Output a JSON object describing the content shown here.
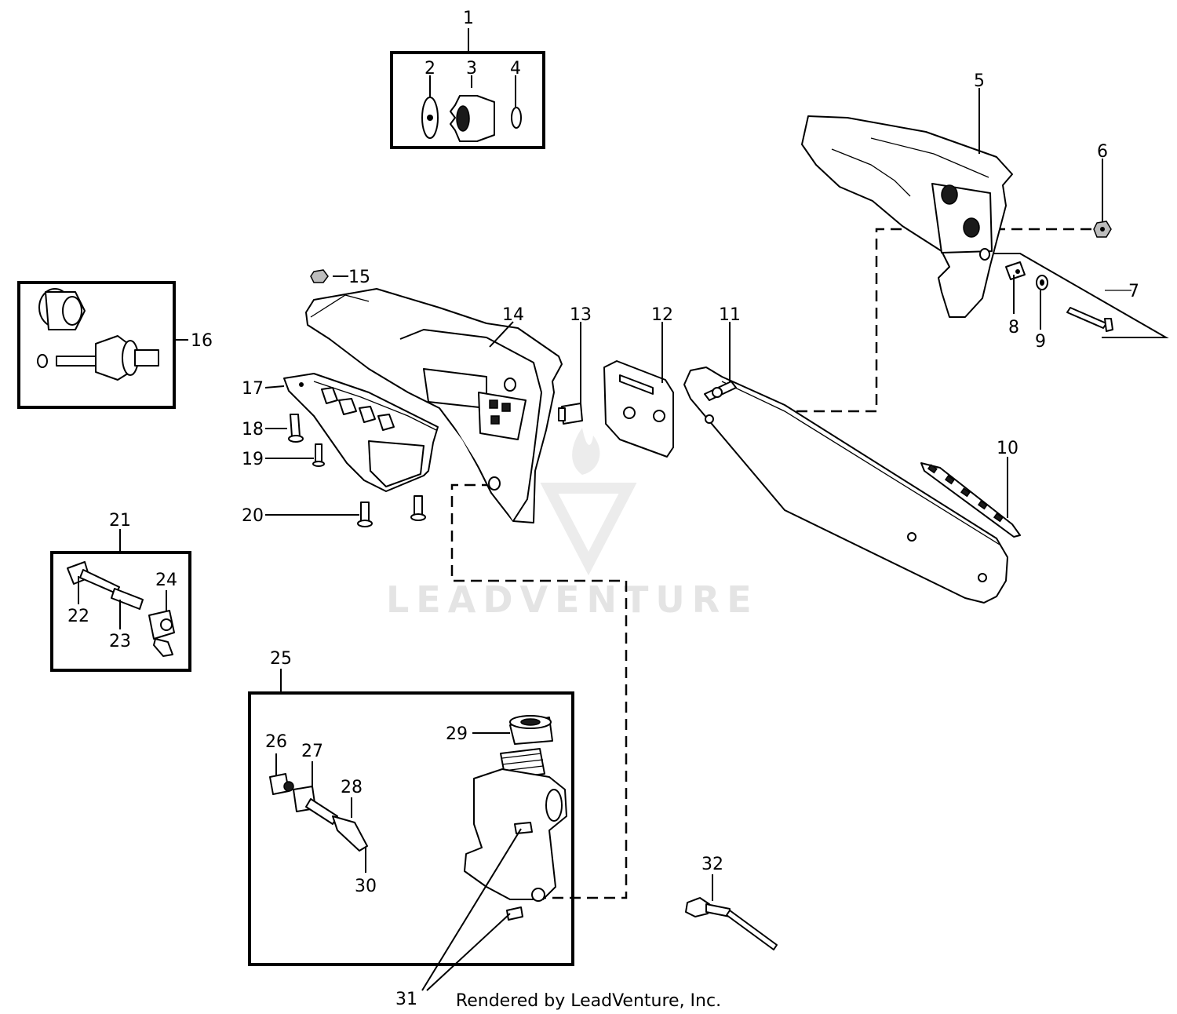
{
  "callouts": [
    "1",
    "2",
    "3",
    "4",
    "5",
    "6",
    "7",
    "8",
    "9",
    "10",
    "11",
    "12",
    "13",
    "14",
    "15",
    "16",
    "17",
    "18",
    "19",
    "20",
    "21",
    "22",
    "23",
    "24",
    "25",
    "26",
    "27",
    "28",
    "29",
    "30",
    "31",
    "32"
  ],
  "watermark": "LEADVENTURE",
  "credit": "Rendered by LeadVenture, Inc."
}
